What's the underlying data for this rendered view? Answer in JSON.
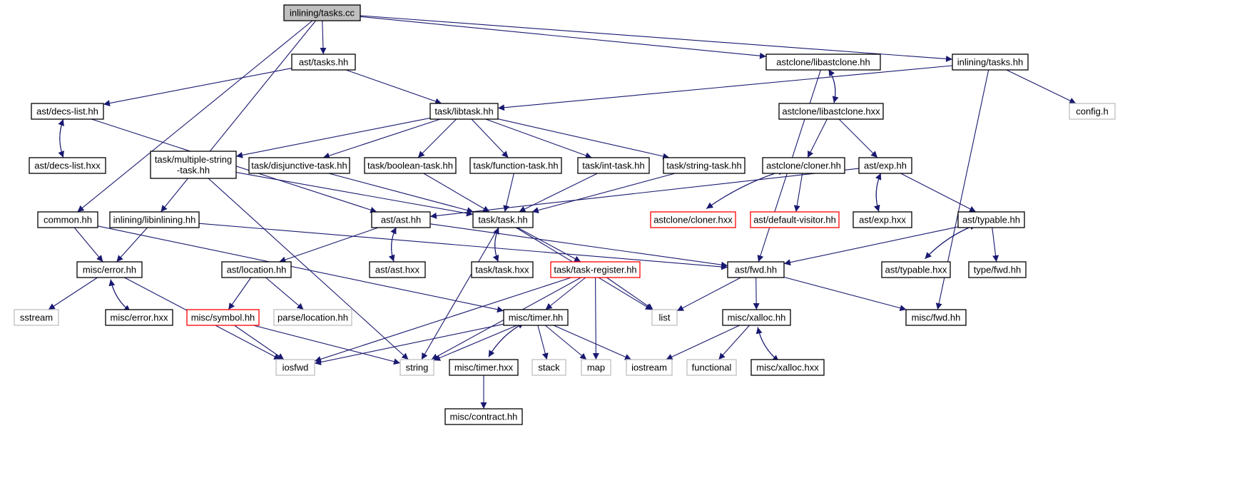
{
  "diagram": {
    "colors": {
      "edge": "#191970",
      "border_default": "#000000",
      "border_external": "#bfbfbf",
      "border_red": "#ff0000",
      "fill_root": "#bfbfbf",
      "fill_default": "#ffffff"
    },
    "nodes": [
      {
        "id": "root",
        "label": "inlining/tasks.cc",
        "kind": "root"
      },
      {
        "id": "ast_tasks",
        "label": "ast/tasks.hh",
        "kind": "default"
      },
      {
        "id": "astclone_lib",
        "label": "astclone/libastclone.hh",
        "kind": "default"
      },
      {
        "id": "inl_tasks",
        "label": "inlining/tasks.hh",
        "kind": "default"
      },
      {
        "id": "decs_list",
        "label": "ast/decs-list.hh",
        "kind": "default"
      },
      {
        "id": "libtask",
        "label": "task/libtask.hh",
        "kind": "default"
      },
      {
        "id": "astclone_hxx",
        "label": "astclone/libastclone.hxx",
        "kind": "default"
      },
      {
        "id": "config",
        "label": "config.h",
        "kind": "external"
      },
      {
        "id": "decs_list_hxx",
        "label": "ast/decs-list.hxx",
        "kind": "default"
      },
      {
        "id": "multi",
        "label": "task/multiple-string\n-task.hh",
        "kind": "default"
      },
      {
        "id": "disj",
        "label": "task/disjunctive-task.hh",
        "kind": "default"
      },
      {
        "id": "bool",
        "label": "task/boolean-task.hh",
        "kind": "default"
      },
      {
        "id": "func",
        "label": "task/function-task.hh",
        "kind": "default"
      },
      {
        "id": "intt",
        "label": "task/int-task.hh",
        "kind": "default"
      },
      {
        "id": "strt",
        "label": "task/string-task.hh",
        "kind": "default"
      },
      {
        "id": "cloner",
        "label": "astclone/cloner.hh",
        "kind": "default"
      },
      {
        "id": "exp",
        "label": "ast/exp.hh",
        "kind": "default"
      },
      {
        "id": "common",
        "label": "common.hh",
        "kind": "default"
      },
      {
        "id": "libinl",
        "label": "inlining/libinlining.hh",
        "kind": "default"
      },
      {
        "id": "ast",
        "label": "ast/ast.hh",
        "kind": "default"
      },
      {
        "id": "task",
        "label": "task/task.hh",
        "kind": "default"
      },
      {
        "id": "cloner_hxx",
        "label": "astclone/cloner.hxx",
        "kind": "red"
      },
      {
        "id": "defvis",
        "label": "ast/default-visitor.hh",
        "kind": "red"
      },
      {
        "id": "exp_hxx",
        "label": "ast/exp.hxx",
        "kind": "default"
      },
      {
        "id": "typable",
        "label": "ast/typable.hh",
        "kind": "default"
      },
      {
        "id": "error",
        "label": "misc/error.hh",
        "kind": "default"
      },
      {
        "id": "location",
        "label": "ast/location.hh",
        "kind": "default"
      },
      {
        "id": "ast_hxx",
        "label": "ast/ast.hxx",
        "kind": "default"
      },
      {
        "id": "task_hxx",
        "label": "task/task.hxx",
        "kind": "default"
      },
      {
        "id": "taskreg",
        "label": "task/task-register.hh",
        "kind": "red"
      },
      {
        "id": "fwd",
        "label": "ast/fwd.hh",
        "kind": "default"
      },
      {
        "id": "typable_hxx",
        "label": "ast/typable.hxx",
        "kind": "default"
      },
      {
        "id": "typefwd",
        "label": "type/fwd.hh",
        "kind": "default"
      },
      {
        "id": "sstream",
        "label": "sstream",
        "kind": "external"
      },
      {
        "id": "error_hxx",
        "label": "misc/error.hxx",
        "kind": "default"
      },
      {
        "id": "symbol",
        "label": "misc/symbol.hh",
        "kind": "red"
      },
      {
        "id": "parseloc",
        "label": "parse/location.hh",
        "kind": "external"
      },
      {
        "id": "timer",
        "label": "misc/timer.hh",
        "kind": "default"
      },
      {
        "id": "list",
        "label": "list",
        "kind": "external"
      },
      {
        "id": "xalloc",
        "label": "misc/xalloc.hh",
        "kind": "default"
      },
      {
        "id": "miscfwd",
        "label": "misc/fwd.hh",
        "kind": "default"
      },
      {
        "id": "iosfwd",
        "label": "iosfwd",
        "kind": "external"
      },
      {
        "id": "string",
        "label": "string",
        "kind": "external"
      },
      {
        "id": "timer_hxx",
        "label": "misc/timer.hxx",
        "kind": "default"
      },
      {
        "id": "stack",
        "label": "stack",
        "kind": "external"
      },
      {
        "id": "map",
        "label": "map",
        "kind": "external"
      },
      {
        "id": "iostream",
        "label": "iostream",
        "kind": "external"
      },
      {
        "id": "functional",
        "label": "functional",
        "kind": "external"
      },
      {
        "id": "xalloc_hxx",
        "label": "misc/xalloc.hxx",
        "kind": "default"
      },
      {
        "id": "contract",
        "label": "misc/contract.hh",
        "kind": "default"
      }
    ],
    "edges": [
      [
        "root",
        "ast_tasks"
      ],
      [
        "root",
        "astclone_lib"
      ],
      [
        "root",
        "inl_tasks"
      ],
      [
        "root",
        "common"
      ],
      [
        "root",
        "libinl"
      ],
      [
        "ast_tasks",
        "decs_list"
      ],
      [
        "ast_tasks",
        "libtask"
      ],
      [
        "astclone_lib",
        "astclone_hxx"
      ],
      [
        "astclone_hxx",
        "astclone_lib"
      ],
      [
        "astclone_lib",
        "fwd"
      ],
      [
        "inl_tasks",
        "libtask"
      ],
      [
        "inl_tasks",
        "config"
      ],
      [
        "inl_tasks",
        "miscfwd"
      ],
      [
        "decs_list",
        "decs_list_hxx"
      ],
      [
        "decs_list_hxx",
        "decs_list"
      ],
      [
        "decs_list",
        "ast"
      ],
      [
        "libtask",
        "multi"
      ],
      [
        "libtask",
        "disj"
      ],
      [
        "libtask",
        "bool"
      ],
      [
        "libtask",
        "func"
      ],
      [
        "libtask",
        "intt"
      ],
      [
        "libtask",
        "strt"
      ],
      [
        "astclone_hxx",
        "cloner"
      ],
      [
        "astclone_hxx",
        "exp"
      ],
      [
        "multi",
        "task"
      ],
      [
        "multi",
        "string"
      ],
      [
        "disj",
        "task"
      ],
      [
        "bool",
        "task"
      ],
      [
        "func",
        "task"
      ],
      [
        "intt",
        "task"
      ],
      [
        "strt",
        "task"
      ],
      [
        "cloner",
        "cloner_hxx"
      ],
      [
        "cloner_hxx",
        "cloner"
      ],
      [
        "cloner",
        "defvis"
      ],
      [
        "exp",
        "ast"
      ],
      [
        "exp",
        "exp_hxx"
      ],
      [
        "exp_hxx",
        "exp"
      ],
      [
        "exp",
        "typable"
      ],
      [
        "common",
        "error"
      ],
      [
        "common",
        "timer"
      ],
      [
        "libinl",
        "error"
      ],
      [
        "libinl",
        "fwd"
      ],
      [
        "ast",
        "ast_hxx"
      ],
      [
        "ast_hxx",
        "ast"
      ],
      [
        "ast",
        "location"
      ],
      [
        "ast",
        "fwd"
      ],
      [
        "task",
        "task_hxx"
      ],
      [
        "task_hxx",
        "task"
      ],
      [
        "task",
        "taskreg"
      ],
      [
        "task",
        "string"
      ],
      [
        "task",
        "list"
      ],
      [
        "typable",
        "fwd"
      ],
      [
        "typable",
        "typable_hxx"
      ],
      [
        "typable_hxx",
        "typable"
      ],
      [
        "typable",
        "typefwd"
      ],
      [
        "error",
        "sstream"
      ],
      [
        "error",
        "error_hxx"
      ],
      [
        "error_hxx",
        "error"
      ],
      [
        "error",
        "iosfwd"
      ],
      [
        "location",
        "symbol"
      ],
      [
        "location",
        "parseloc"
      ],
      [
        "taskreg",
        "timer"
      ],
      [
        "taskreg",
        "list"
      ],
      [
        "taskreg",
        "map"
      ],
      [
        "taskreg",
        "string"
      ],
      [
        "taskreg",
        "iosfwd"
      ],
      [
        "fwd",
        "list"
      ],
      [
        "fwd",
        "xalloc"
      ],
      [
        "fwd",
        "miscfwd"
      ],
      [
        "symbol",
        "iosfwd"
      ],
      [
        "symbol",
        "string"
      ],
      [
        "timer",
        "iosfwd"
      ],
      [
        "timer",
        "string"
      ],
      [
        "timer",
        "timer_hxx"
      ],
      [
        "timer_hxx",
        "timer"
      ],
      [
        "timer",
        "stack"
      ],
      [
        "timer",
        "map"
      ],
      [
        "timer",
        "iostream"
      ],
      [
        "xalloc",
        "iostream"
      ],
      [
        "xalloc",
        "functional"
      ],
      [
        "xalloc",
        "xalloc_hxx"
      ],
      [
        "xalloc_hxx",
        "xalloc"
      ],
      [
        "timer_hxx",
        "contract"
      ]
    ]
  }
}
